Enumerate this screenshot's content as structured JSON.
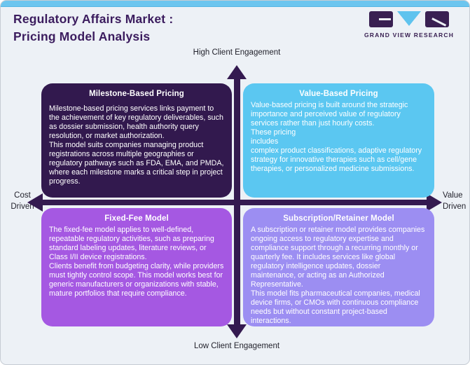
{
  "header": {
    "title": "Regulatory Affairs Market :\nPricing Model Analysis",
    "logo_text": "GRAND VIEW RESEARCH"
  },
  "axes": {
    "top": "High Client Engagement",
    "bottom": "Low Client Engagement",
    "left": "Cost\nDriven",
    "right": "Value\nDriven"
  },
  "quadrants": {
    "milestone": {
      "title": "Milestone-Based Pricing",
      "body": "Milestone-based pricing services links payment to the achievement of key regulatory deliverables, such as dossier submission, health authority query resolution, or market authorization.\nThis model suits companies managing product registrations across multiple geographies or regulatory pathways such as FDA, EMA, and PMDA, where each milestone marks a critical step in project progress.",
      "color": "#32194e"
    },
    "value": {
      "title": "Value-Based Pricing",
      "body": "Value-based pricing is built around the strategic importance and perceived value of regulatory services rather than just hourly costs.\nThese pricing\nincludes\ncomplex product classifications, adaptive regulatory strategy for innovative therapies such as cell/gene therapies, or personalized medicine submissions.",
      "color": "#5bc7f1"
    },
    "fixed": {
      "title": "Fixed-Fee Model",
      "body": "The fixed-fee model applies to well-defined, repeatable regulatory activities, such as preparing standard labeling updates, literature reviews, or Class I/II device registrations.\nClients benefit from budgeting clarity, while providers must tightly control scope. This model works best for generic manufacturers or organizations with stable, mature portfolios that require compliance.",
      "color": "#a558e2"
    },
    "subscription": {
      "title": "Subscription/Retainer Model",
      "body": "A subscription or retainer model provides companies ongoing access to regulatory expertise and compliance support through a recurring monthly or quarterly fee. It includes services like global regulatory intelligence updates, dossier maintenance, or acting as an Authorized Representative.\nThis model fits pharmaceutical companies, medical device firms, or CMOs with continuous compliance needs but without constant project-based interactions.",
      "color": "#9c8ef2"
    }
  },
  "colors": {
    "accent_strip": "#6cc5ef",
    "axis_arrow": "#341a50",
    "title_text": "#3b1c5e",
    "background": "#edf1f6"
  }
}
